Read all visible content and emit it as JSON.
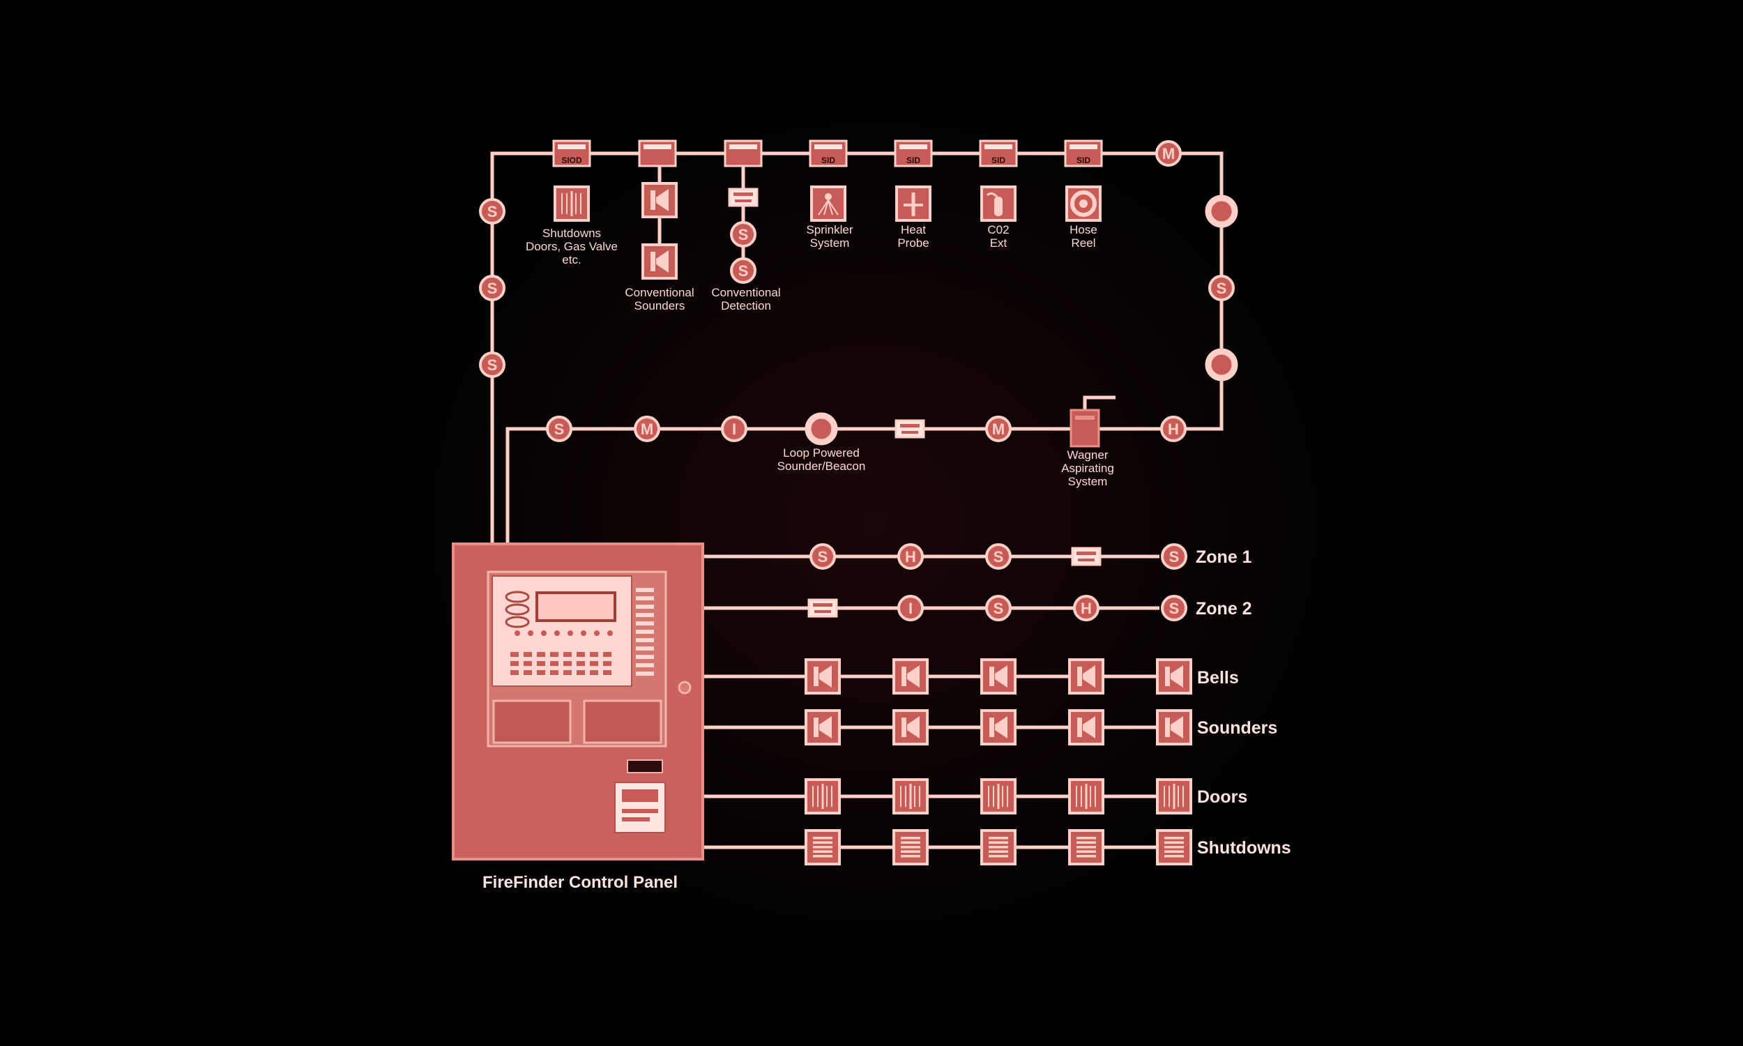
{
  "colors": {
    "background": "#000000",
    "wire": "#ffd0c8",
    "device_fill": "#c75b55",
    "panel_body": "#c9625c",
    "panel_edge": "#e98f88",
    "text": "#ffe3de"
  },
  "device_glyphs": {
    "smoke": "S",
    "heat": "H",
    "multi": "M",
    "input": "I"
  },
  "top_loop": {
    "modules": [
      {
        "tag": "SIOD",
        "caption": [
          "Shutdowns",
          "Doors, Gas Valve",
          "etc."
        ]
      },
      {
        "tag": "",
        "caption": [
          "Conventional",
          "Sounders"
        ]
      },
      {
        "tag": "",
        "caption": [
          "Conventional",
          "Detection"
        ]
      },
      {
        "tag": "SID",
        "caption": [
          "Sprinkler",
          "System"
        ]
      },
      {
        "tag": "SID",
        "caption": [
          "Heat",
          "Probe"
        ]
      },
      {
        "tag": "SID",
        "caption": [
          "C02",
          "Ext"
        ]
      },
      {
        "tag": "SID",
        "caption": [
          "Hose",
          "Reel"
        ]
      }
    ]
  },
  "lower_loop": {
    "beacon_caption": [
      "Loop Powered",
      "Sounder/Beacon"
    ],
    "aspirating_caption": [
      "Wagner",
      "Aspirating",
      "System"
    ]
  },
  "panel": {
    "caption": "FireFinder Control Panel"
  },
  "circuits": {
    "zone1": "Zone 1",
    "zone2": "Zone 2",
    "bells": "Bells",
    "sounders": "Sounders",
    "doors": "Doors",
    "shutdowns": "Shutdowns"
  }
}
